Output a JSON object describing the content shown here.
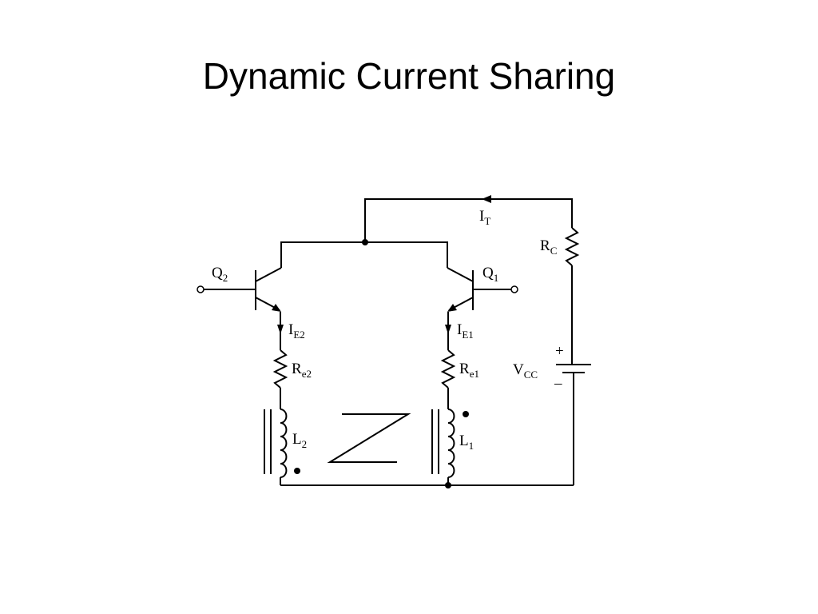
{
  "slide": {
    "title": "Dynamic Current Sharing"
  },
  "circuit": {
    "labels": {
      "q2": {
        "main": "Q",
        "sub": "2"
      },
      "q1": {
        "main": "Q",
        "sub": "1"
      },
      "it": {
        "main": "I",
        "sub": "T"
      },
      "rc": {
        "main": "R",
        "sub": "C"
      },
      "ie2": {
        "main": "I",
        "sub": "E2"
      },
      "ie1": {
        "main": "I",
        "sub": "E1"
      },
      "re2": {
        "main": "R",
        "sub": "e2"
      },
      "re1": {
        "main": "R",
        "sub": "e1"
      },
      "l2": {
        "main": "L",
        "sub": "2"
      },
      "l1": {
        "main": "L",
        "sub": "1"
      },
      "vcc": {
        "main": "V",
        "sub": "CC"
      },
      "plus": "+",
      "minus": "–"
    }
  }
}
